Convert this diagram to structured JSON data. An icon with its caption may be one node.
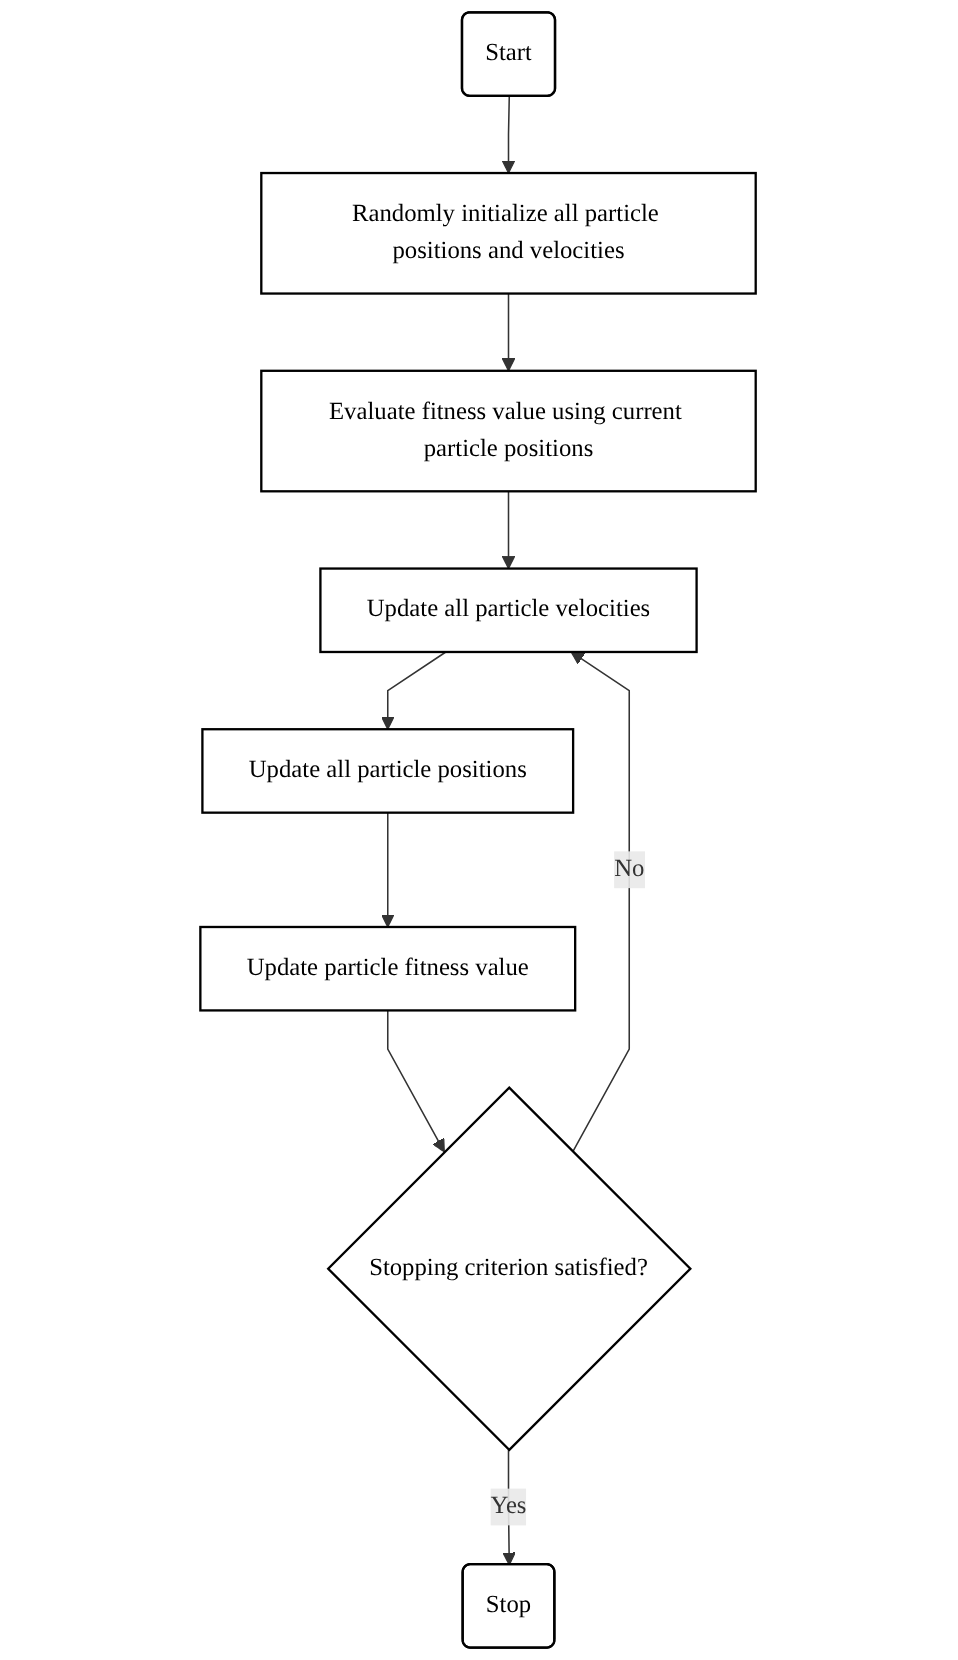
{
  "diagram": {
    "nodes": [
      {
        "text": [
          "Start"
        ]
      },
      {
        "text": [
          "Randomly initialize all particle positions and velocities"
        ]
      },
      {
        "text": [
          "Evaluate fitness value using current particle positions"
        ]
      },
      {
        "text": [
          "Update all particle velocities"
        ]
      },
      {
        "text": [
          "Update all particle positions"
        ]
      },
      {
        "text": [
          "Update particle fitness value"
        ]
      },
      {
        "text": [
          "Stopping criterion satisfied?"
        ]
      },
      {
        "text": [
          "Stop"
        ]
      }
    ],
    "edges": [
      {
        "from": 0,
        "to": 1,
        "arrow": "to"
      },
      {
        "from": 1,
        "to": 2,
        "arrow": "to"
      },
      {
        "from": 2,
        "to": 3,
        "arrow": "to"
      },
      {
        "from": 3,
        "to": 4,
        "arrow": "to"
      },
      {
        "from": 4,
        "to": 5,
        "arrow": "to"
      },
      {
        "from": 5,
        "to": 6,
        "arrow": "to"
      },
      {
        "from": 6,
        "to": 3,
        "arrow": "to",
        "label": "No"
      },
      {
        "from": 6,
        "to": 7,
        "arrow": "to",
        "label": "Yes"
      }
    ]
  }
}
